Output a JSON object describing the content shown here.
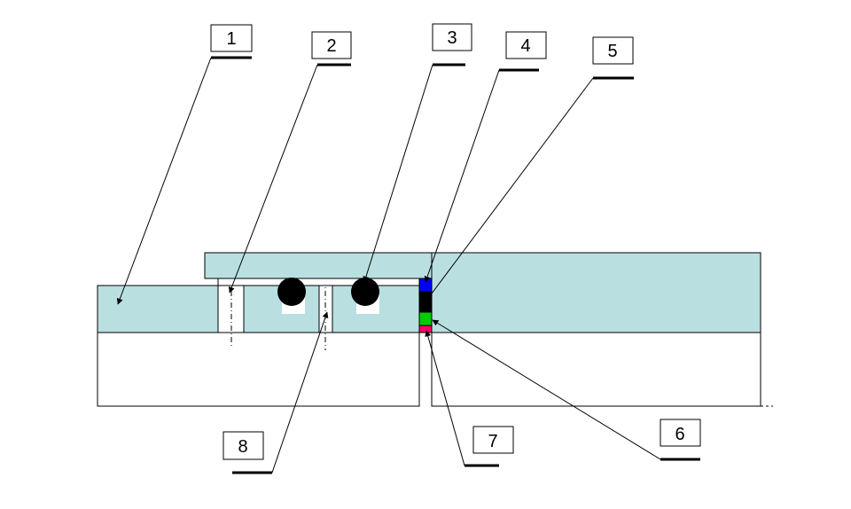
{
  "colors": {
    "background": "#ffffff",
    "fill": "#b9dfe1",
    "stroke": "#000000",
    "bolt_head": "#000000",
    "seal_blue": "#0000ff",
    "seal_black": "#000000",
    "seal_green": "#00cc00",
    "seal_magenta": "#ff0066"
  },
  "callouts": [
    {
      "id": "1",
      "label": "1"
    },
    {
      "id": "2",
      "label": "2"
    },
    {
      "id": "3",
      "label": "3"
    },
    {
      "id": "4",
      "label": "4"
    },
    {
      "id": "5",
      "label": "5"
    },
    {
      "id": "6",
      "label": "6"
    },
    {
      "id": "7",
      "label": "7"
    },
    {
      "id": "8",
      "label": "8"
    }
  ]
}
